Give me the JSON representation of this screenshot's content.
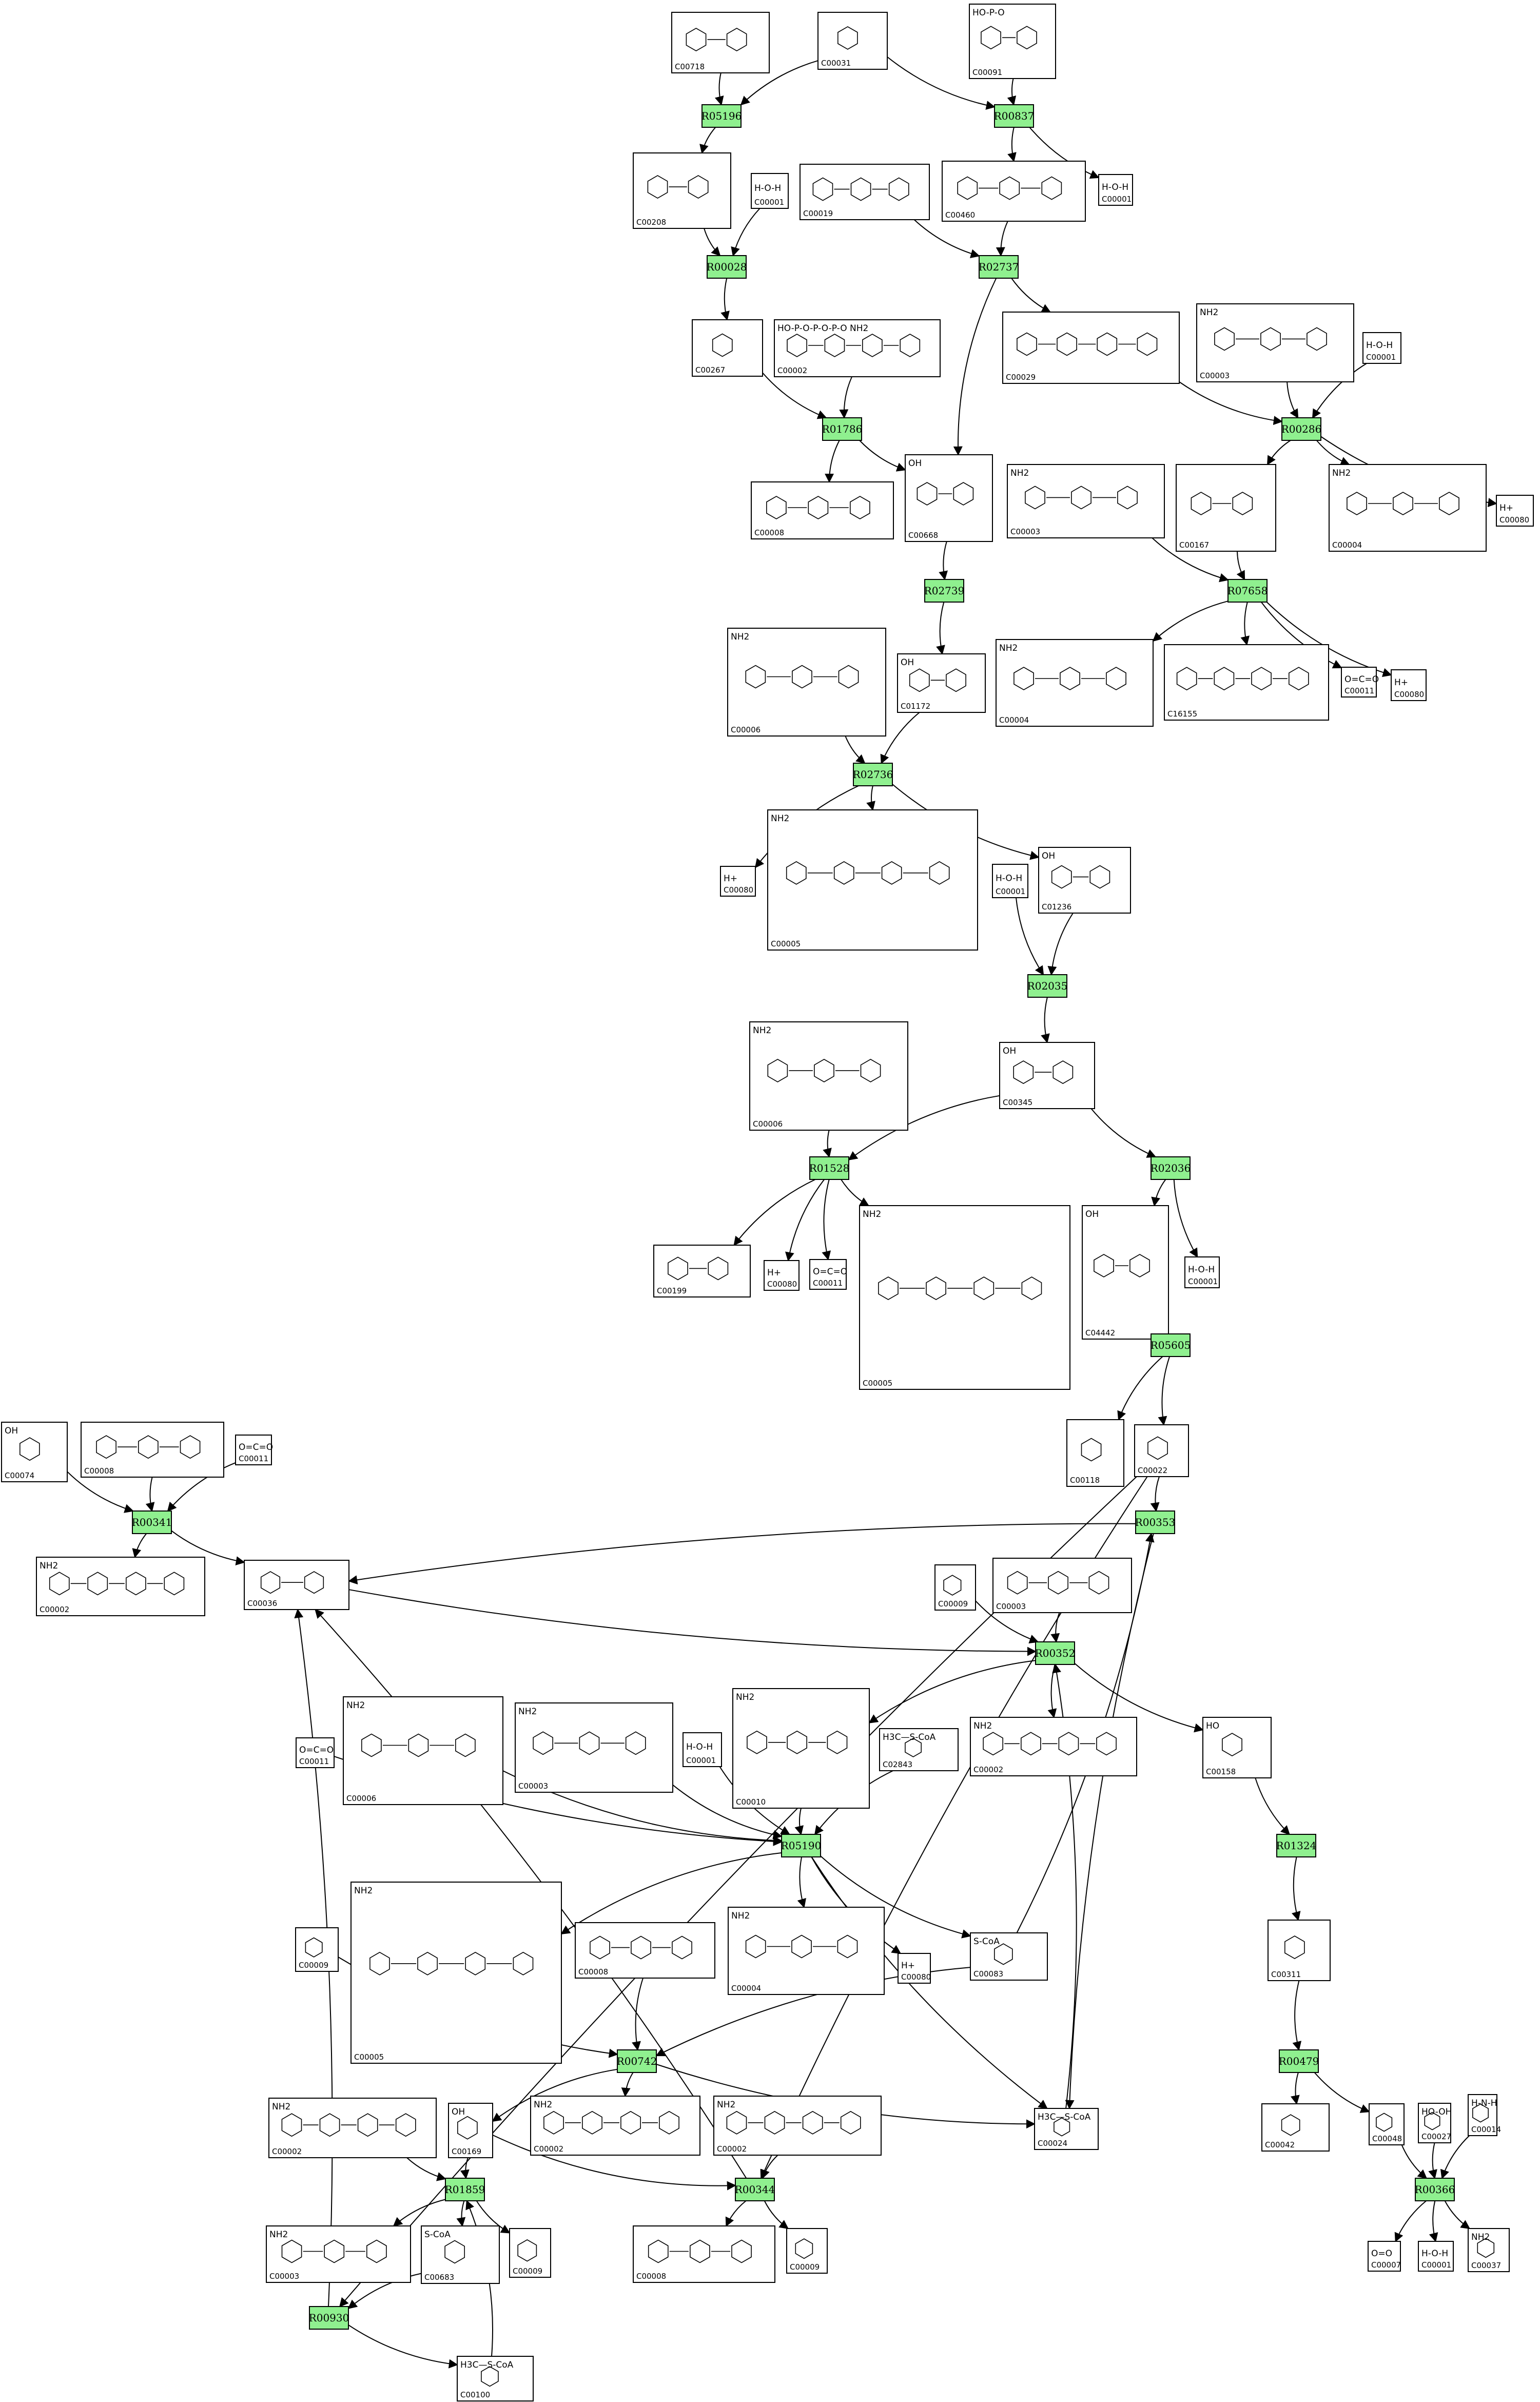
{
  "colors": {
    "reaction_fill": "#8ff08f",
    "line": "#000000",
    "background": "#ffffff"
  },
  "reactions": [
    {
      "id": "R05196"
    },
    {
      "id": "R00837"
    },
    {
      "id": "R00028"
    },
    {
      "id": "R02737"
    },
    {
      "id": "R01786"
    },
    {
      "id": "R00286"
    },
    {
      "id": "R02739"
    },
    {
      "id": "R07658"
    },
    {
      "id": "R02736"
    },
    {
      "id": "R02035"
    },
    {
      "id": "R01528"
    },
    {
      "id": "R02036"
    },
    {
      "id": "R05605"
    },
    {
      "id": "R00341"
    },
    {
      "id": "R00353"
    },
    {
      "id": "R00352"
    },
    {
      "id": "R05190"
    },
    {
      "id": "R01324"
    },
    {
      "id": "R00742"
    },
    {
      "id": "R00479"
    },
    {
      "id": "R01859"
    },
    {
      "id": "R00344"
    },
    {
      "id": "R00366"
    },
    {
      "id": "R00930"
    }
  ],
  "compounds": [
    {
      "id": "C00718",
      "label": "C00718",
      "formula": ""
    },
    {
      "id": "C00031",
      "label": "C00031",
      "formula": ""
    },
    {
      "id": "C00091",
      "label": "C00091",
      "formula": "HO-P-O"
    },
    {
      "id": "C00208",
      "label": "C00208",
      "formula": ""
    },
    {
      "id": "C00001a",
      "label": "C00001",
      "formula": "H-O-H"
    },
    {
      "id": "C00019",
      "label": "C00019",
      "formula": ""
    },
    {
      "id": "C00460",
      "label": "C00460",
      "formula": ""
    },
    {
      "id": "C00001b",
      "label": "C00001",
      "formula": "H-O-H"
    },
    {
      "id": "C00267",
      "label": "C00267",
      "formula": ""
    },
    {
      "id": "C00002a",
      "label": "C00002",
      "formula": "HO-P-O-P-O-P-O NH2"
    },
    {
      "id": "C00029",
      "label": "C00029",
      "formula": ""
    },
    {
      "id": "C00003a",
      "label": "C00003",
      "formula": "NH2"
    },
    {
      "id": "C00001c",
      "label": "C00001",
      "formula": "H-O-H"
    },
    {
      "id": "C00008a",
      "label": "C00008",
      "formula": ""
    },
    {
      "id": "C00668",
      "label": "C00668",
      "formula": "OH"
    },
    {
      "id": "C00003b",
      "label": "C00003",
      "formula": "NH2"
    },
    {
      "id": "C00167",
      "label": "C00167",
      "formula": ""
    },
    {
      "id": "C00004a",
      "label": "C00004",
      "formula": "NH2"
    },
    {
      "id": "C00080a",
      "label": "C00080",
      "formula": "H+"
    },
    {
      "id": "C00006a",
      "label": "C00006",
      "formula": "NH2"
    },
    {
      "id": "C01172",
      "label": "C01172",
      "formula": "OH"
    },
    {
      "id": "C00004b",
      "label": "C00004",
      "formula": "NH2"
    },
    {
      "id": "C16155",
      "label": "C16155",
      "formula": ""
    },
    {
      "id": "C00011a",
      "label": "C00011",
      "formula": "O=C=O"
    },
    {
      "id": "C00080b",
      "label": "C00080",
      "formula": "H+"
    },
    {
      "id": "C00080c",
      "label": "C00080",
      "formula": "H+"
    },
    {
      "id": "C00005a",
      "label": "C00005",
      "formula": "NH2"
    },
    {
      "id": "C00001d",
      "label": "C00001",
      "formula": "H-O-H"
    },
    {
      "id": "C01236",
      "label": "C01236",
      "formula": "OH"
    },
    {
      "id": "C00006b",
      "label": "C00006",
      "formula": "NH2"
    },
    {
      "id": "C00345",
      "label": "C00345",
      "formula": "OH"
    },
    {
      "id": "C00199",
      "label": "C00199",
      "formula": ""
    },
    {
      "id": "C00080d",
      "label": "C00080",
      "formula": "H+"
    },
    {
      "id": "C00011b",
      "label": "C00011",
      "formula": "O=C=O"
    },
    {
      "id": "C00005b",
      "label": "C00005",
      "formula": "NH2"
    },
    {
      "id": "C04442",
      "label": "C04442",
      "formula": "OH"
    },
    {
      "id": "C00001e",
      "label": "C00001",
      "formula": "H-O-H"
    },
    {
      "id": "C00074",
      "label": "C00074",
      "formula": "OH"
    },
    {
      "id": "C00008b",
      "label": "C00008",
      "formula": ""
    },
    {
      "id": "C00011c",
      "label": "C00011",
      "formula": "O=C=O"
    },
    {
      "id": "C00118",
      "label": "C00118",
      "formula": ""
    },
    {
      "id": "C00022",
      "label": "C00022",
      "formula": ""
    },
    {
      "id": "C00002b",
      "label": "C00002",
      "formula": "NH2"
    },
    {
      "id": "C00036",
      "label": "C00036",
      "formula": ""
    },
    {
      "id": "C00009a",
      "label": "C00009",
      "formula": ""
    },
    {
      "id": "C00003c",
      "label": "C00003",
      "formula": ""
    },
    {
      "id": "C00011d",
      "label": "C00011",
      "formula": "O=C=O"
    },
    {
      "id": "C00006c",
      "label": "C00006",
      "formula": "NH2"
    },
    {
      "id": "C00003d",
      "label": "C00003",
      "formula": "NH2"
    },
    {
      "id": "C00001f",
      "label": "C00001",
      "formula": "H-O-H"
    },
    {
      "id": "C00010",
      "label": "C00010",
      "formula": "NH2"
    },
    {
      "id": "C02843",
      "label": "C02843",
      "formula": "H3C—S-CoA"
    },
    {
      "id": "C00002c",
      "label": "C00002",
      "formula": "NH2"
    },
    {
      "id": "C00158",
      "label": "C00158",
      "formula": "HO"
    },
    {
      "id": "C00005c",
      "label": "C00005",
      "formula": "NH2"
    },
    {
      "id": "C00009b",
      "label": "C00009",
      "formula": ""
    },
    {
      "id": "C00008c",
      "label": "C00008",
      "formula": ""
    },
    {
      "id": "C00004c",
      "label": "C00004",
      "formula": "NH2"
    },
    {
      "id": "C00080e",
      "label": "C00080",
      "formula": "H+"
    },
    {
      "id": "C00083",
      "label": "C00083",
      "formula": "S-CoA"
    },
    {
      "id": "C00311",
      "label": "C00311",
      "formula": ""
    },
    {
      "id": "C00002d",
      "label": "C00002",
      "formula": "NH2"
    },
    {
      "id": "C00169",
      "label": "C00169",
      "formula": "OH"
    },
    {
      "id": "C00002e",
      "label": "C00002",
      "formula": "NH2"
    },
    {
      "id": "C00002f",
      "label": "C00002",
      "formula": "NH2"
    },
    {
      "id": "C00024",
      "label": "C00024",
      "formula": "H3C—S-CoA"
    },
    {
      "id": "C00042",
      "label": "C00042",
      "formula": ""
    },
    {
      "id": "C00048",
      "label": "C00048",
      "formula": ""
    },
    {
      "id": "C00027",
      "label": "C00027",
      "formula": "HO-OH"
    },
    {
      "id": "C00014",
      "label": "C00014",
      "formula": "H-N-H"
    },
    {
      "id": "C00003e",
      "label": "C00003",
      "formula": "NH2"
    },
    {
      "id": "C00683",
      "label": "C00683",
      "formula": "S-CoA"
    },
    {
      "id": "C00009c",
      "label": "C00009",
      "formula": ""
    },
    {
      "id": "C00008d",
      "label": "C00008",
      "formula": ""
    },
    {
      "id": "C00009d",
      "label": "C00009",
      "formula": ""
    },
    {
      "id": "C00007",
      "label": "C00007",
      "formula": "O=O"
    },
    {
      "id": "C00001g",
      "label": "C00001",
      "formula": "H-O-H"
    },
    {
      "id": "C00037",
      "label": "C00037",
      "formula": "NH2"
    },
    {
      "id": "C00100",
      "label": "C00100",
      "formula": "H3C—S-CoA"
    }
  ]
}
